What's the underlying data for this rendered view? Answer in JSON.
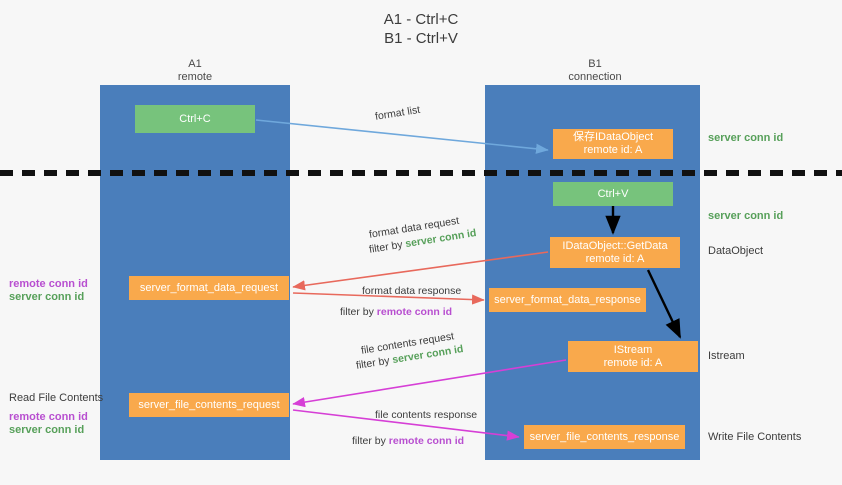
{
  "title": {
    "line1": "A1 - Ctrl+C",
    "line2": "B1 - Ctrl+V"
  },
  "lanes": [
    {
      "id": "a1",
      "name": "A1",
      "subtitle": "remote",
      "color": "#4a7ebb"
    },
    {
      "id": "b1",
      "name": "B1",
      "subtitle": "connection",
      "color": "#4a7ebb"
    }
  ],
  "colors": {
    "lane": "#4a7ebb",
    "green_box": "#77c37c",
    "orange_box": "#f9a94c",
    "server_conn_id": "#57a05a",
    "remote_conn_id": "#b84fd0",
    "arrow_blue": "#6fa8dc",
    "arrow_red": "#e8695c",
    "arrow_magenta": "#d63fd6",
    "arrow_black": "#000000",
    "divider": "#111111",
    "background": "#f7f7f7",
    "text": "#3c3c3c"
  },
  "boxes": {
    "ctrl_c": {
      "label": "Ctrl+C",
      "lane": "a1",
      "style": "green"
    },
    "save_idataobject": {
      "line1": "保存IDataObject",
      "line2": "remote id: A",
      "lane": "b1",
      "style": "orange"
    },
    "ctrl_v": {
      "label": "Ctrl+V",
      "lane": "b1",
      "style": "green"
    },
    "getdata": {
      "line1": "IDataObject::GetData",
      "line2": "remote id: A",
      "lane": "b1",
      "style": "orange"
    },
    "server_format_data_response": {
      "label": "server_format_data_response",
      "lane": "b1",
      "style": "orange"
    },
    "istream": {
      "line1": "IStream",
      "line2": "remote id: A",
      "lane": "b1",
      "style": "orange"
    },
    "server_format_data_request": {
      "label": "server_format_data_request",
      "lane": "a1",
      "style": "orange"
    },
    "server_file_contents_request": {
      "label": "server_file_contents_request",
      "lane": "a1",
      "style": "orange"
    },
    "server_file_contents_response": {
      "label": "server_file_contents_response",
      "lane": "b1",
      "style": "orange"
    }
  },
  "edge_labels": {
    "format_list": "format list",
    "format_data_request": "format data request",
    "format_data_request_filter_prefix": "filter by ",
    "format_data_request_filter_value": "server conn id",
    "format_data_response": "format data response",
    "format_data_response_filter_prefix": "filter by ",
    "format_data_response_filter_value": "remote conn id",
    "file_contents_request": "file contents request",
    "file_contents_request_filter_prefix": "filter by ",
    "file_contents_request_filter_value": "server conn id",
    "file_contents_response": "file contents response",
    "file_contents_response_filter_prefix": "filter by ",
    "file_contents_response_filter_value": "remote conn id"
  },
  "right_annotations": {
    "server_conn_id_top": "server conn id",
    "server_conn_id_mid": "server conn id",
    "dataobject": "DataObject",
    "istream": "Istream",
    "write_file_contents": "Write File Contents"
  },
  "left_annotations": {
    "pair1_remote": "remote conn id",
    "pair1_server": "server conn id",
    "read_file_contents": "Read File Contents",
    "pair2_remote": "remote conn id",
    "pair2_server": "server conn id"
  }
}
